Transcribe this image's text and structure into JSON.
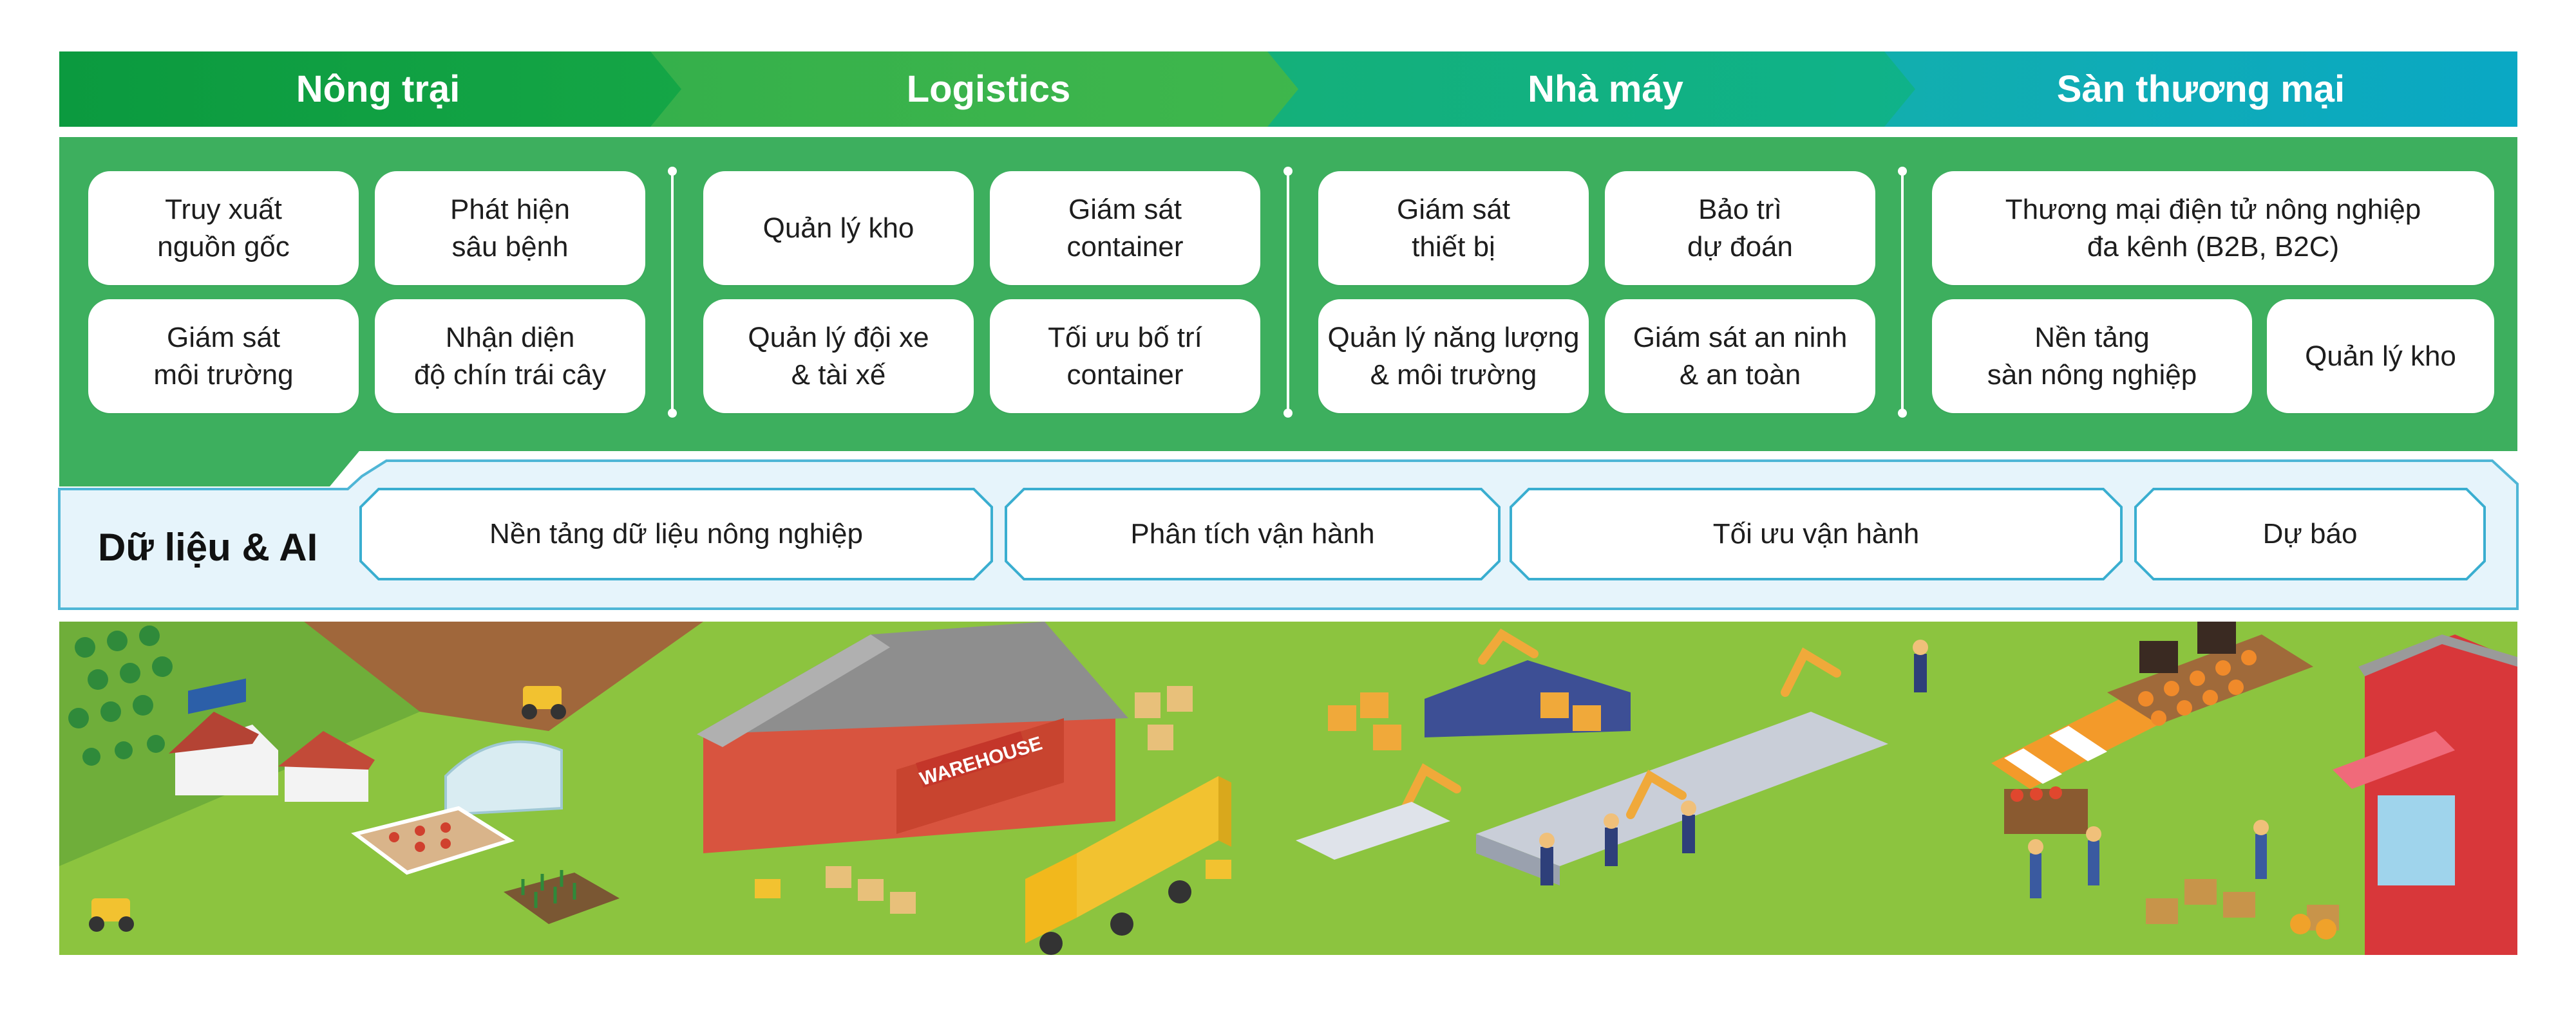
{
  "stages": [
    {
      "label": "Nông trại",
      "color_from": "#0b9a3f",
      "color_to": "#15a646"
    },
    {
      "label": "Logistics",
      "color_from": "#35b04b",
      "color_to": "#3fb74c"
    },
    {
      "label": "Nhà máy",
      "color_from": "#14b07a",
      "color_to": "#0fb28a"
    },
    {
      "label": "Sàn thương mại",
      "color_from": "#12aeae",
      "color_to": "#0aa8c4"
    }
  ],
  "cards": [
    [
      "Truy xuất\nnguồn gốc",
      "Phát hiện\nsâu bệnh",
      "Giám sát\nmôi trường",
      "Nhận diện\nđộ chín trái cây"
    ],
    [
      "Quản lý kho",
      "Giám sát\ncontainer",
      "Quản lý đội xe\n& tài xế",
      "Tối ưu bố trí\ncontainer"
    ],
    [
      "Giám sát\nthiết bị",
      "Bảo trì\ndự đoán",
      "Quản lý năng lượng\n& môi trường",
      "Giám sát an ninh\n& an toàn"
    ],
    [
      "Thương mại điện tử nông nghiệp\nđa kênh (B2B, B2C)",
      "Nền tảng\nsàn nông nghiệp",
      "Quản lý kho"
    ]
  ],
  "data_ai": {
    "title": "Dữ liệu & AI",
    "items": [
      "Nền tảng dữ liệu nông nghiệp",
      "Phân tích vận hành",
      "Tối ưu vận hành",
      "Dự báo"
    ]
  },
  "illustration": {
    "warehouse_sign": "WAREHOUSE"
  },
  "colors": {
    "panel_green": "#3daf5e",
    "band_fill": "#e6f4fb",
    "band_border": "#4fb6d6",
    "pill_border": "#3aaed0",
    "field_green": "#8cc43f"
  }
}
